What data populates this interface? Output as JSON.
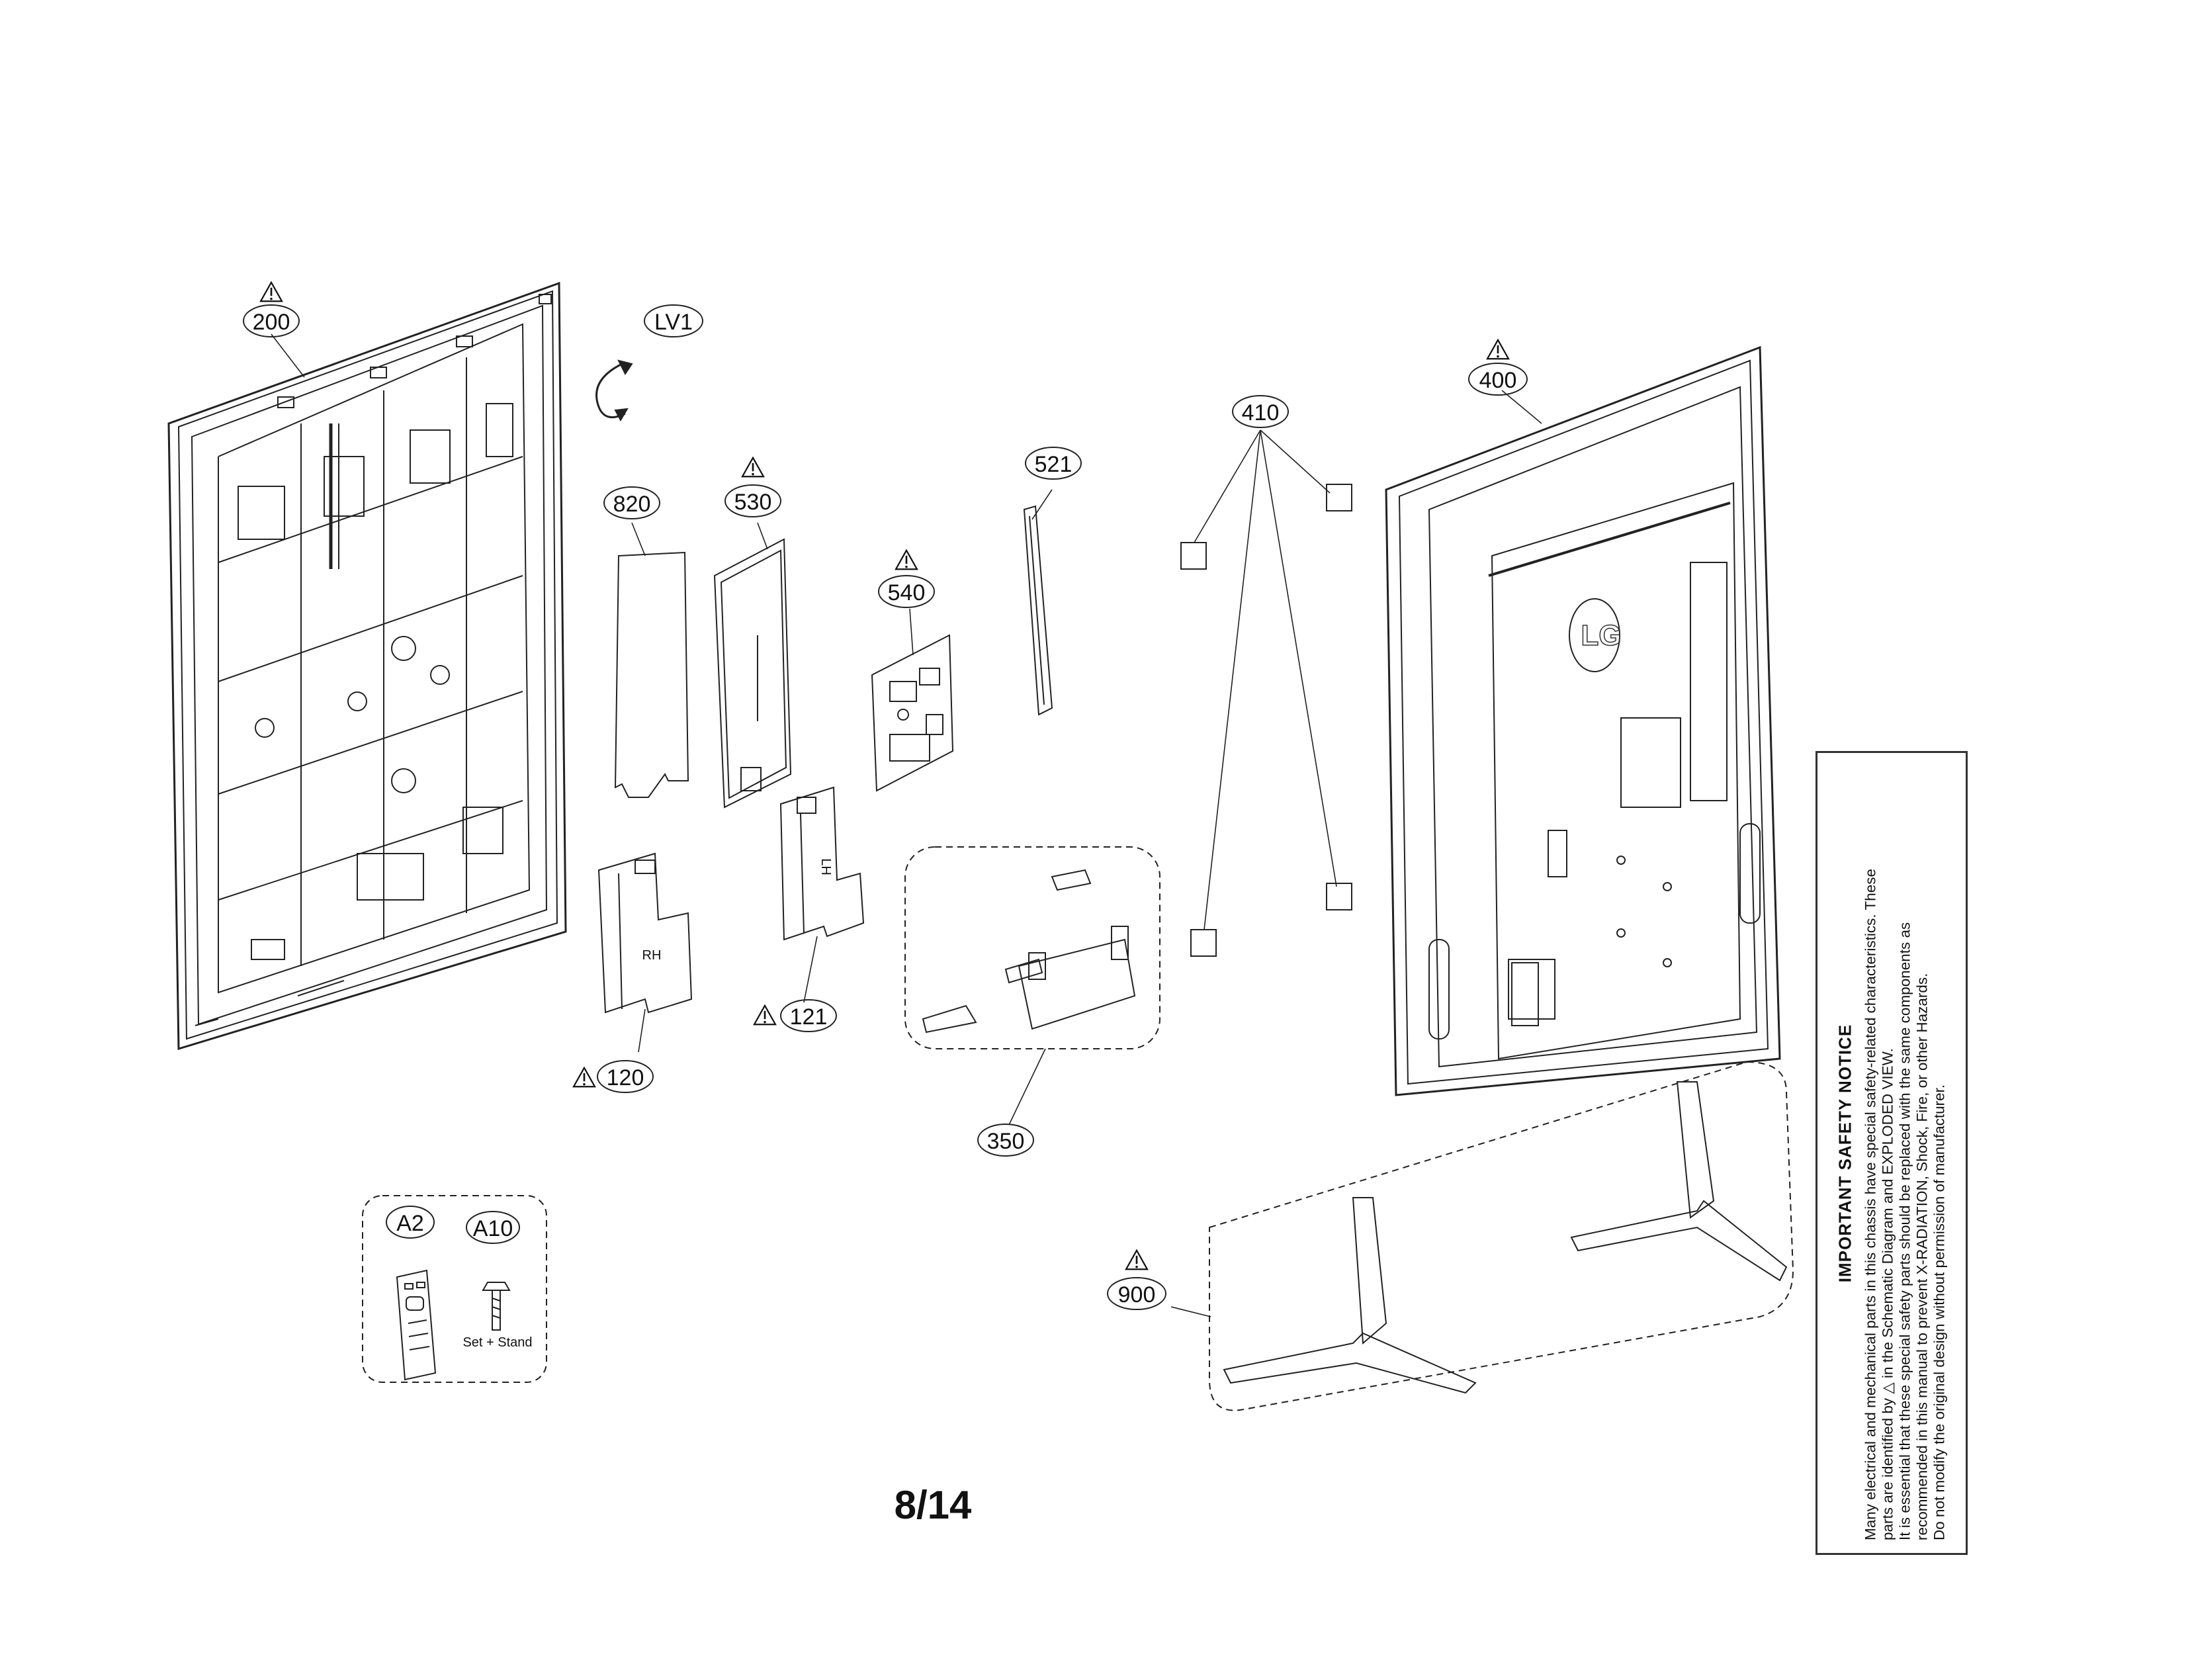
{
  "page_number": "8/14",
  "callouts": [
    {
      "id": "200",
      "warning": true
    },
    {
      "id": "LV1",
      "warning": false
    },
    {
      "id": "820",
      "warning": false
    },
    {
      "id": "530",
      "warning": true
    },
    {
      "id": "540",
      "warning": true
    },
    {
      "id": "521",
      "warning": false
    },
    {
      "id": "410",
      "warning": false
    },
    {
      "id": "400",
      "warning": true
    },
    {
      "id": "120",
      "warning": true
    },
    {
      "id": "121",
      "warning": true
    },
    {
      "id": "350",
      "warning": false
    },
    {
      "id": "900",
      "warning": true
    },
    {
      "id": "A2",
      "warning": false
    },
    {
      "id": "A10",
      "warning": false
    }
  ],
  "accessory_note": "Set + Stand",
  "board_marking": "RH",
  "bracket_marking": "LH",
  "back_cover_logo": "LG",
  "safety_notice": {
    "title": "IMPORTANT SAFETY NOTICE",
    "line1": "Many electrical and mechanical parts in this chassis have special safety-related characteristics. These",
    "line2a": "parts are identified by",
    "line2b": "in the Schematic Diagram and EXPLODED VIEW.",
    "line3": "It is essential that these special safety parts should be replaced with the same components as",
    "line4": "recommended in this manual to prevent X-RADIATION, Shock, Fire, or other Hazards.",
    "line5": "Do not modify the original design without permission of manufacturer."
  }
}
